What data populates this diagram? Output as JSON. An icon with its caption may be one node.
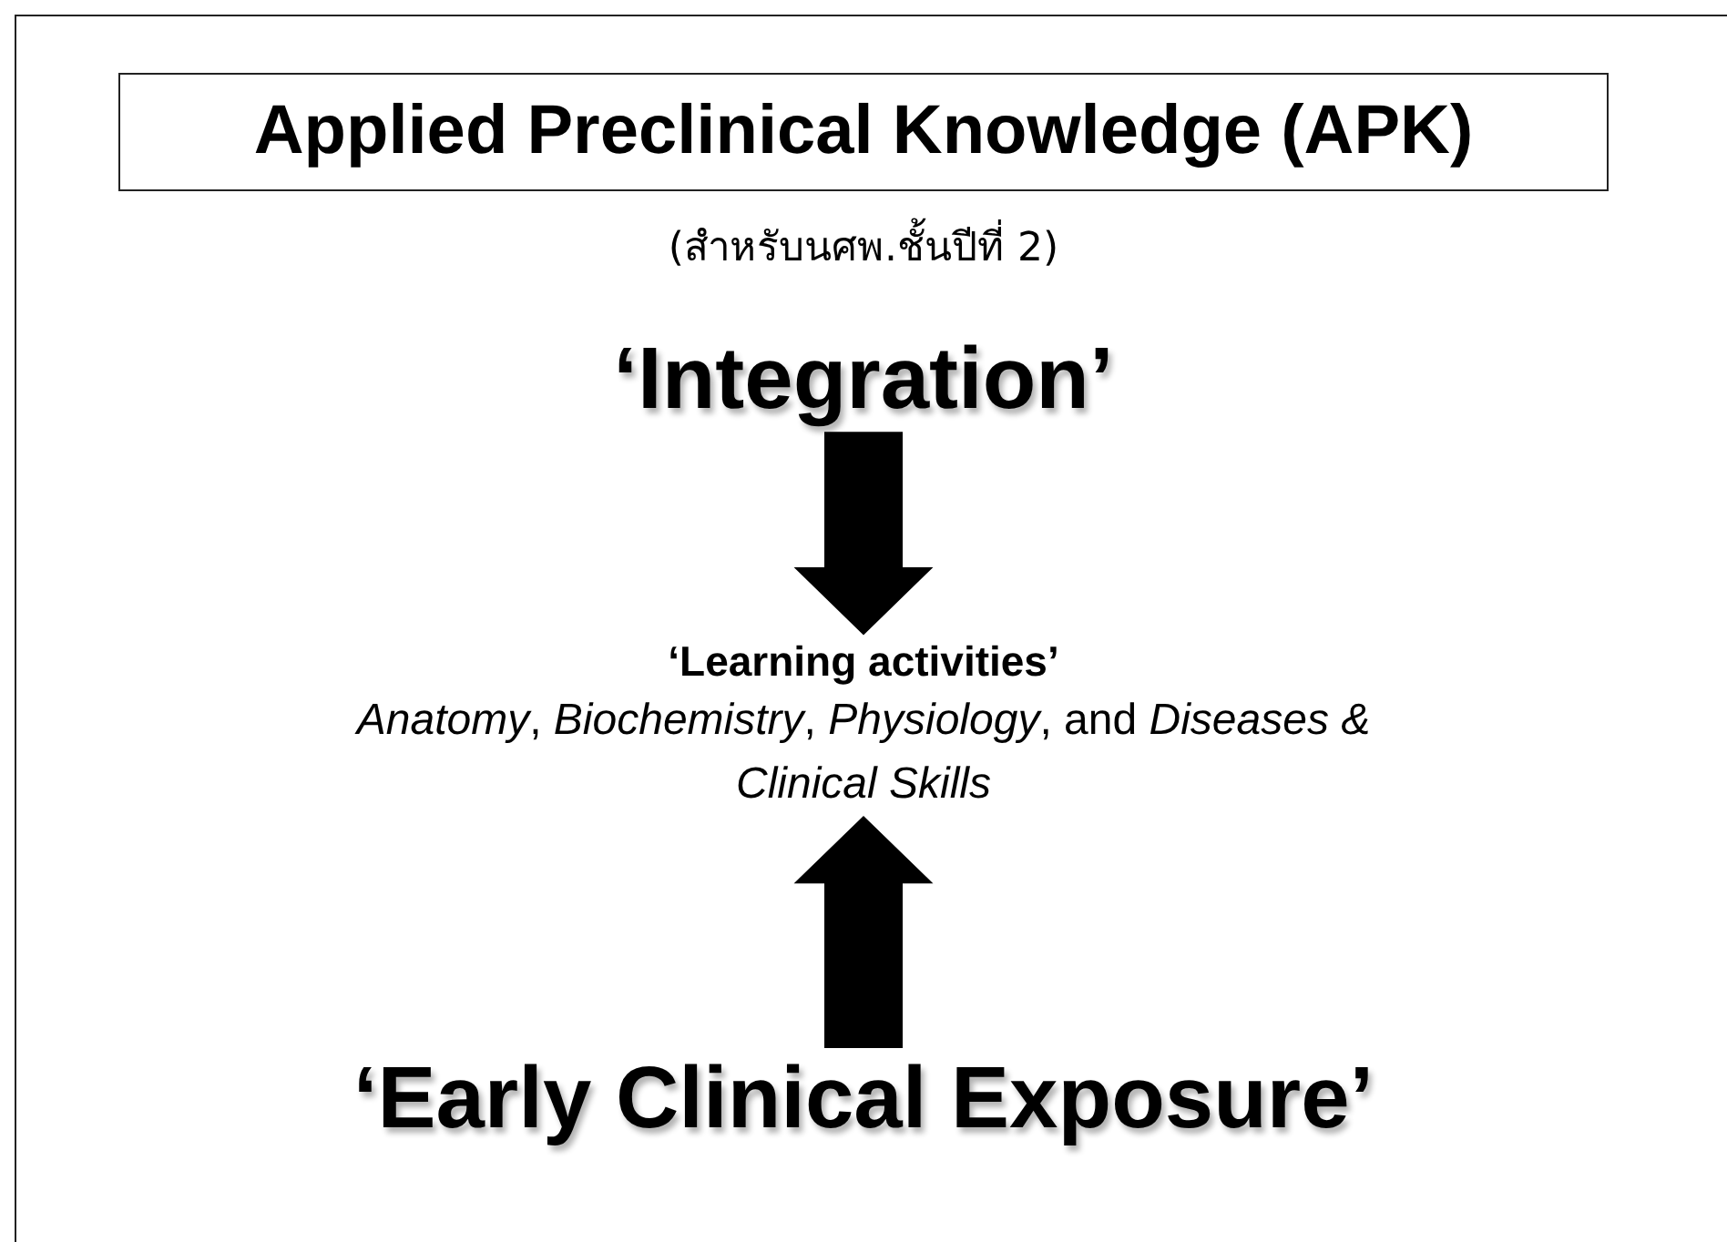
{
  "diagram": {
    "nodes": [
      {
        "text": [
          "Applied Preclinical Knowledge (APK)"
        ]
      },
      {
        "text": [
          "‘Integration’"
        ]
      },
      {
        "text": [
          "‘Learning activities’",
          "*Anatomy*, *Biochemistry*, *Physiology*, and *Diseases & Clinical Skills*"
        ]
      },
      {
        "text": [
          "‘Early Clinical Exposure’"
        ]
      }
    ],
    "edges": [
      {
        "from": 1,
        "to": 2,
        "arrow": "to"
      },
      {
        "from": 3,
        "to": 2,
        "arrow": "to"
      }
    ],
    "labels": [
      "(สำหรับนศพ.ชั้นปีที่ 2)"
    ]
  }
}
